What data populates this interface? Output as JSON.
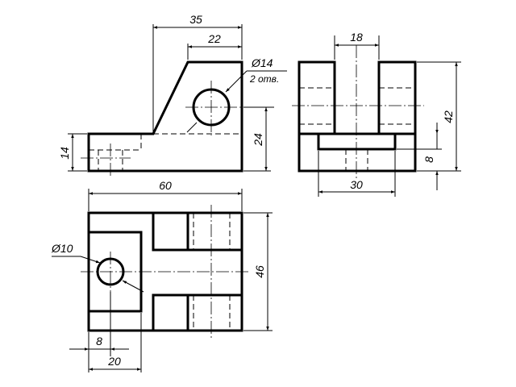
{
  "drawing": {
    "front_view": {
      "dim_overall_top": "35",
      "dim_top_face": "22",
      "hole_label": "Ø14",
      "hole_note": "2 отв.",
      "dim_hole_height": "24",
      "dim_base_height": "14"
    },
    "side_view": {
      "dim_slot_width": "18",
      "dim_total_height": "42",
      "dim_base_height": "8",
      "dim_base_slot_width": "30"
    },
    "top_view": {
      "dim_overall_width": "60",
      "dim_depth": "46",
      "hole_label": "Ø10",
      "dim_hole_offset": "8",
      "dim_pocket_width": "20"
    }
  }
}
